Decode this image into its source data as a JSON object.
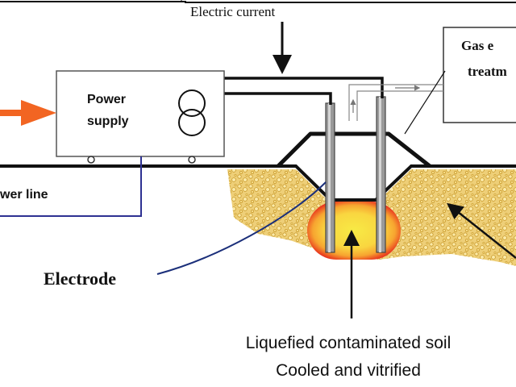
{
  "labels": {
    "electric_current": "Electric current",
    "power_supply_line1": "Power",
    "power_supply_line2": "supply",
    "gas_line1": "Gas e",
    "gas_line2": "treatm",
    "power_line": "wer line",
    "electrode": "Electrode",
    "bottom_line1": "Liquefied contaminated soil",
    "bottom_line2": "Cooled and vitrified"
  },
  "colors": {
    "soil": "#eecf78",
    "soil_dots": "#c99a2c",
    "melt_core": "#f7ea45",
    "melt_mid": "#f7a530",
    "melt_edge": "#e8321e",
    "input_arrow": "#f26522",
    "power_cable": "#2e3192",
    "line": "#111111"
  }
}
